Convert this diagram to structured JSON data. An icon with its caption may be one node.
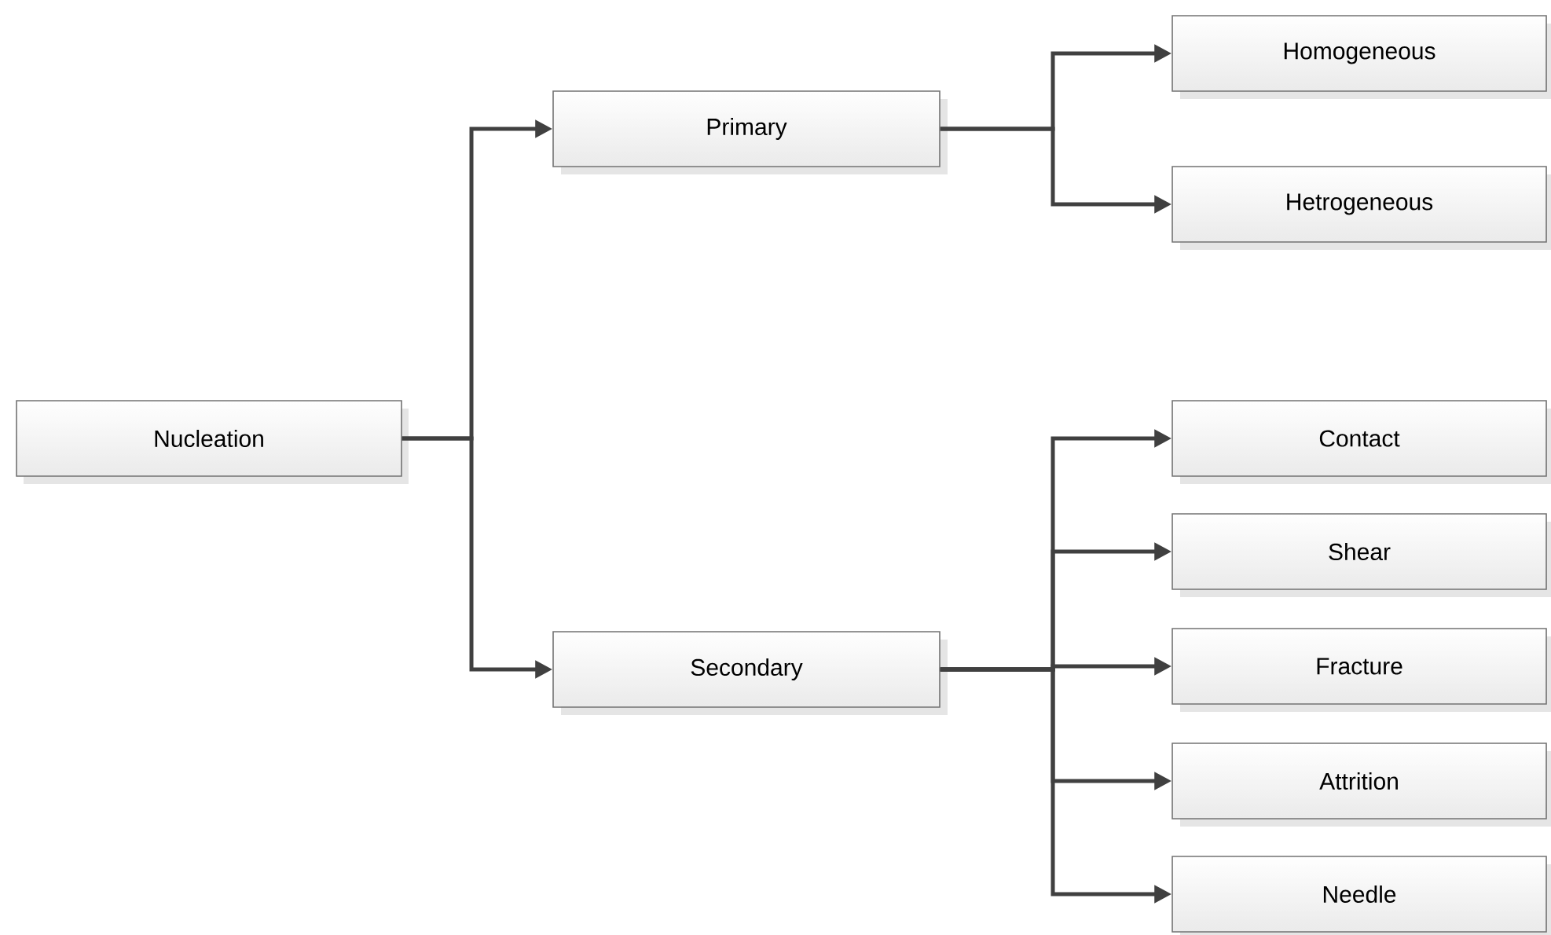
{
  "diagram": {
    "nodes": [
      {
        "text": [
          "Nucleation"
        ]
      },
      {
        "text": [
          "Primary"
        ]
      },
      {
        "text": [
          "Secondary"
        ]
      },
      {
        "text": [
          "Homogeneous"
        ]
      },
      {
        "text": [
          "Hetrogeneous"
        ]
      },
      {
        "text": [
          "Contact"
        ]
      },
      {
        "text": [
          "Shear"
        ]
      },
      {
        "text": [
          "Fracture"
        ]
      },
      {
        "text": [
          "Attrition"
        ]
      },
      {
        "text": [
          "Needle"
        ]
      }
    ],
    "edges": [
      {
        "from": 0,
        "to": 1,
        "arrow": "to"
      },
      {
        "from": 0,
        "to": 2,
        "arrow": "to"
      },
      {
        "from": 1,
        "to": 3,
        "arrow": "to"
      },
      {
        "from": 1,
        "to": 4,
        "arrow": "to"
      },
      {
        "from": 2,
        "to": 5,
        "arrow": "to"
      },
      {
        "from": 2,
        "to": 6,
        "arrow": "to"
      },
      {
        "from": 2,
        "to": 7,
        "arrow": "to"
      },
      {
        "from": 2,
        "to": 8,
        "arrow": "to"
      },
      {
        "from": 2,
        "to": 9,
        "arrow": "to"
      }
    ]
  }
}
